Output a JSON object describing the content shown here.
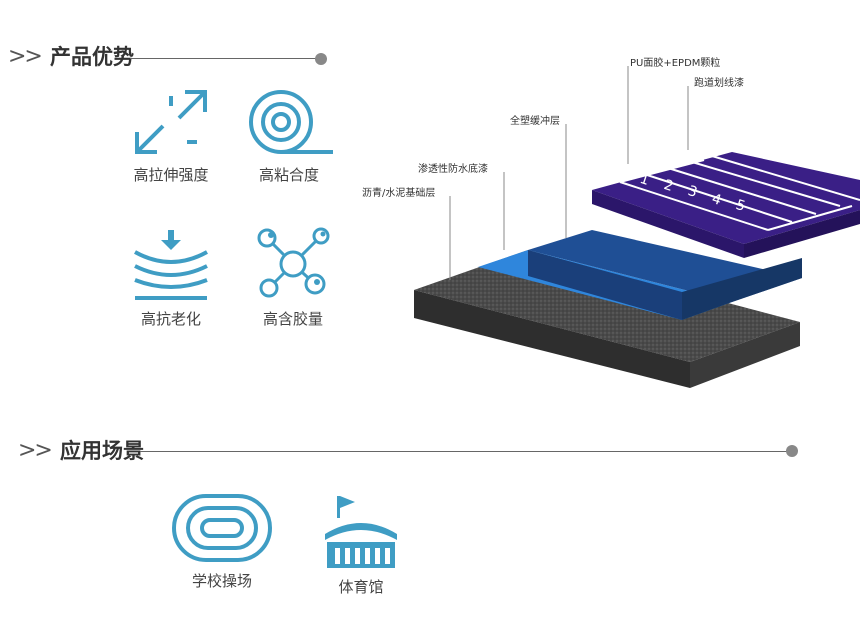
{
  "sections": {
    "advantages": {
      "chevron": ">>",
      "title": "产品优势"
    },
    "applications": {
      "chevron": ">>",
      "title": "应用场景"
    }
  },
  "features": [
    {
      "label": "高拉伸强度",
      "icon": "stretch-arrows-icon"
    },
    {
      "label": "高粘合度",
      "icon": "tape-roll-icon"
    },
    {
      "label": "高抗老化",
      "icon": "pressure-layers-icon"
    },
    {
      "label": "高含胶量",
      "icon": "molecule-icon"
    }
  ],
  "diagram": {
    "callouts": {
      "top_layer": "PU面胶+EPDM颗粒",
      "line_paint": "跑道划线漆",
      "buffer": "全塑缓冲层",
      "primer": "渗透性防水底漆",
      "base": "沥青/水泥基础层"
    },
    "lane_numbers": [
      "1",
      "2",
      "3",
      "4",
      "5"
    ]
  },
  "applications": [
    {
      "label": "学校操场",
      "icon": "running-track-icon"
    },
    {
      "label": "体育馆",
      "icon": "stadium-icon"
    }
  ],
  "colors": {
    "accent": "#3f9dc4",
    "base_layer": "#4a4a4a",
    "primer_layer": "#2f86dc",
    "buffer_layer": "#1f4f95",
    "top_layer": "#3a1f86"
  }
}
